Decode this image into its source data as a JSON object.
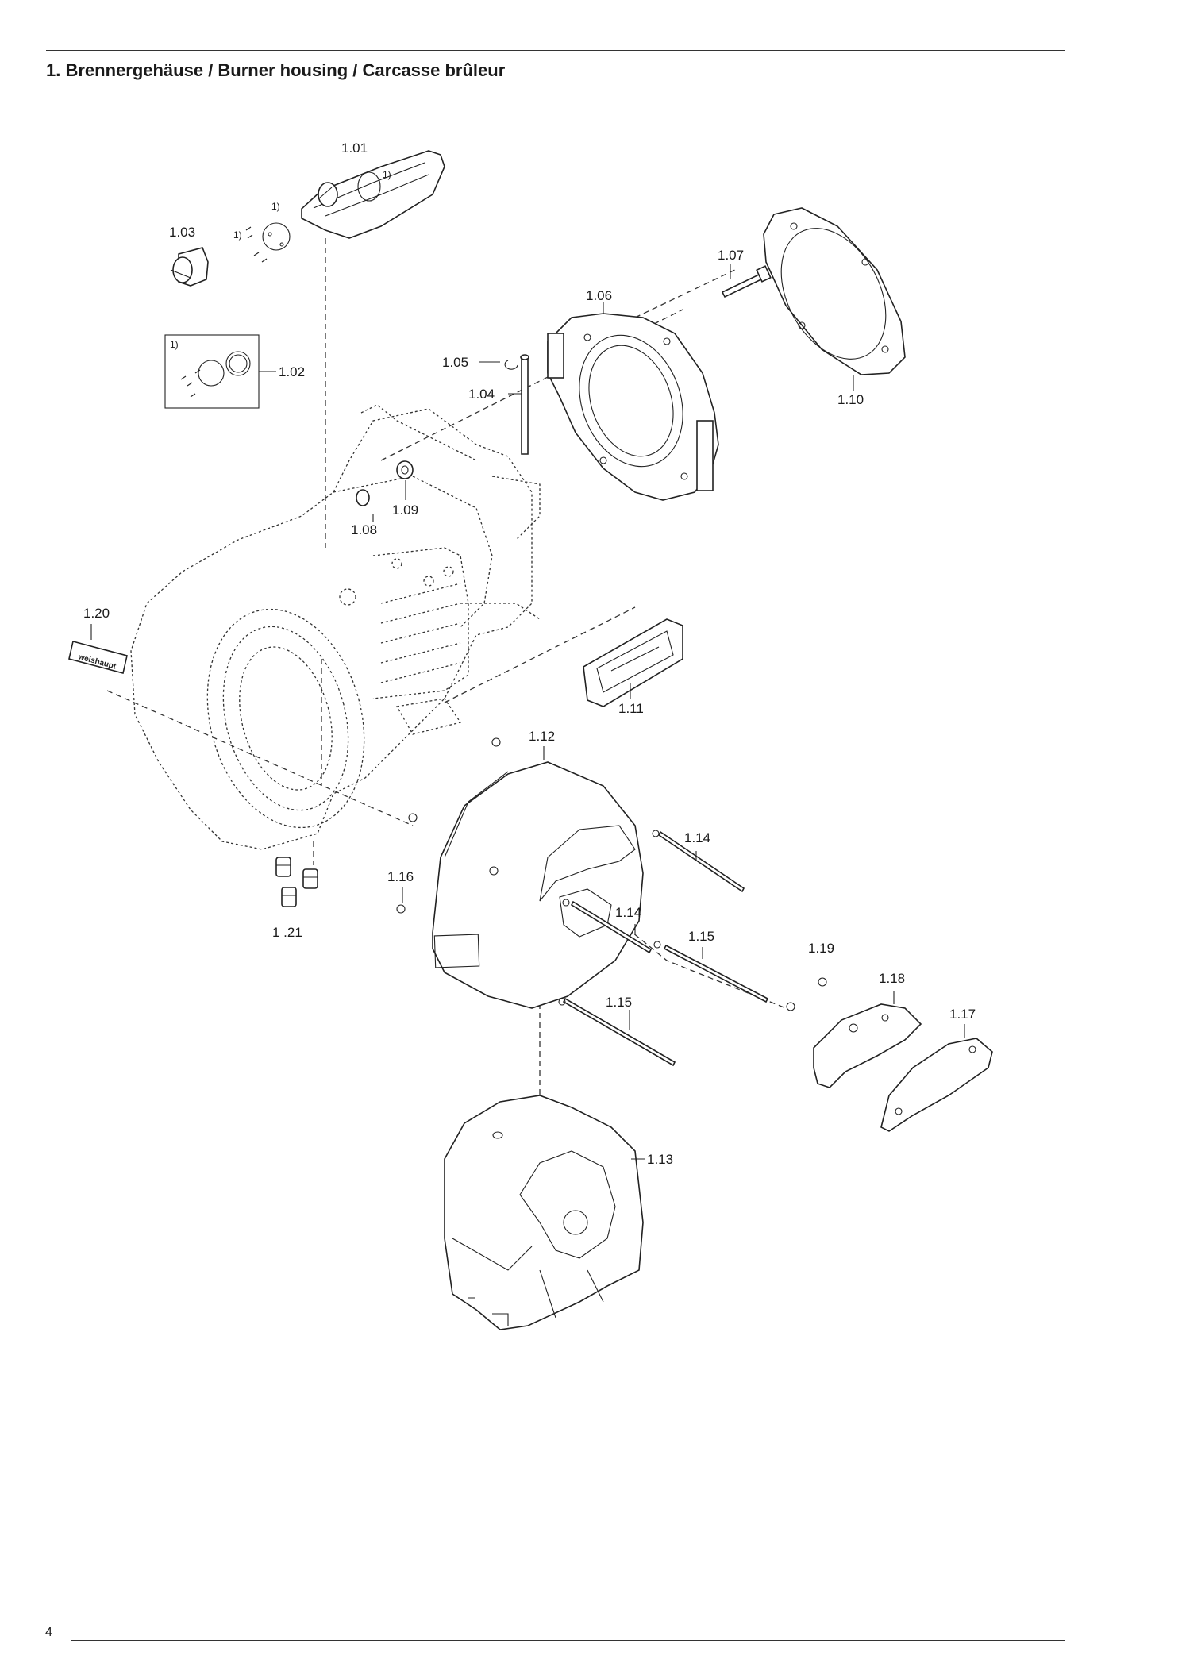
{
  "title": "1. Brennergehäuse / Burner housing / Carcasse brûleur",
  "page_number": "4",
  "footnote_marker": "1)",
  "logo_text": "weishaupt",
  "parts": {
    "p101": "1.01",
    "p102": "1.02",
    "p103": "1.03",
    "p104": "1.04",
    "p105": "1.05",
    "p106": "1.06",
    "p107": "1.07",
    "p108": "1.08",
    "p109": "1.09",
    "p110": "1.10",
    "p111": "1.11",
    "p112": "1.12",
    "p113": "1.13",
    "p114a": "1.14",
    "p114b": "1.14",
    "p115a": "1.15",
    "p115b": "1.15",
    "p116": "1.16",
    "p117": "1.17",
    "p118": "1.18",
    "p119": "1.19",
    "p120": "1.20",
    "p121": "1 .21"
  }
}
